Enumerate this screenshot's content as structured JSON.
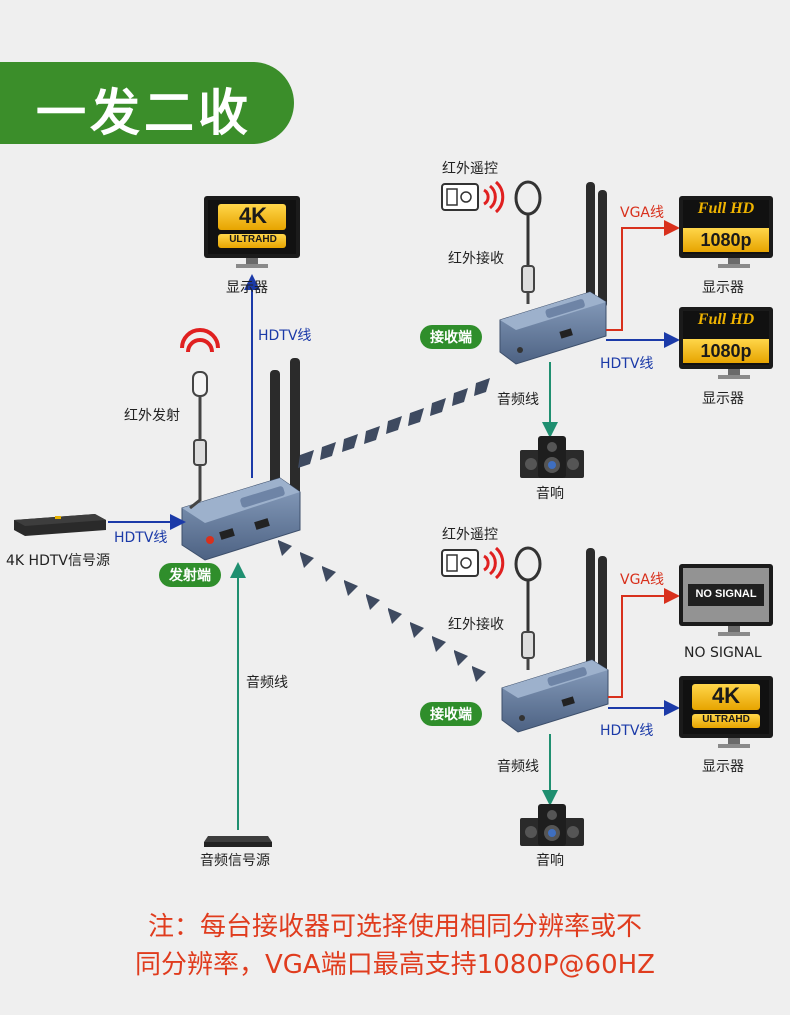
{
  "title": "一发二收",
  "colors": {
    "green": "#3b8e2a",
    "blue": "#1b3aa8",
    "red": "#d8301c",
    "teal": "#1f8f70",
    "note": "#e03c1e"
  },
  "transmitter": {
    "label": "发射端",
    "ir_label": "红外发射",
    "hdtv_in_label": "HDTV线",
    "hdtv_out_label": "HDTV线",
    "audio_label": "音频线",
    "source_label": "4K HDTV信号源",
    "audio_source_label": "音频信号源",
    "display_label": "显示器",
    "display_screen": {
      "big": "4K",
      "small": "ULTRAHD"
    }
  },
  "receiver_top": {
    "label": "接收端",
    "remote_label": "红外遥控",
    "ir_rx_label": "红外接收",
    "vga_label": "VGA线",
    "hdtv_label": "HDTV线",
    "audio_label": "音频线",
    "speaker_label": "音响",
    "display1_label": "显示器",
    "display2_label": "显示器",
    "display1_screen": {
      "top": "Full HD",
      "bottom": "1080p"
    },
    "display2_screen": {
      "top": "Full HD",
      "bottom": "1080p"
    }
  },
  "receiver_bottom": {
    "label": "接收端",
    "remote_label": "红外遥控",
    "ir_rx_label": "红外接收",
    "vga_label": "VGA线",
    "hdtv_label": "HDTV线",
    "audio_label": "音频线",
    "speaker_label": "音响",
    "display1_label": "NO SIGNAL",
    "display1_screen": "NO SIGNAL",
    "display2_label": "显示器",
    "display2_screen": {
      "big": "4K",
      "small": "ULTRAHD"
    }
  },
  "note_line1": "注：每台接收器可选择使用相同分辨率或不",
  "note_line2": "同分辨率，VGA端口最高支持1080P@60HZ"
}
